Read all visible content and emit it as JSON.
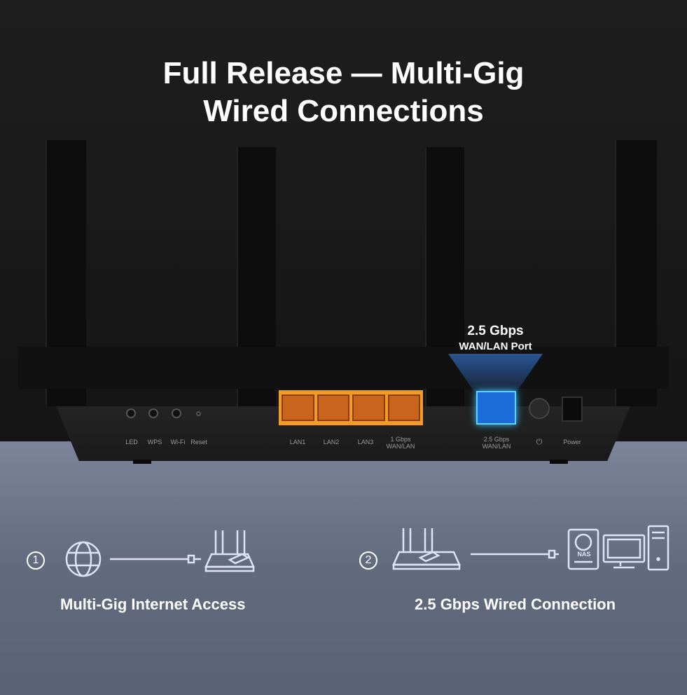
{
  "title": {
    "line1": "Full Release  — Multi-Gig",
    "line2": "Wired Connections"
  },
  "callout": {
    "speed": "2.5 Gbps",
    "port": "WAN/LAN Port"
  },
  "panel_labels": {
    "led": "LED",
    "wps": "WPS",
    "wifi": "Wi-Fi",
    "reset": "Reset",
    "lan1": "LAN1",
    "lan2": "LAN2",
    "lan3": "LAN3",
    "wan1_speed": "1 Gbps",
    "wan1": "WAN/LAN",
    "wan2_speed": "2.5 Gbps",
    "wan2": "WAN/LAN",
    "power_symbol": "⏻",
    "power": "Power"
  },
  "features": [
    {
      "number": "1",
      "caption": "Multi-Gig Internet Access"
    },
    {
      "number": "2",
      "caption": "2.5 Gbps Wired Connection",
      "nas": "NAS"
    }
  ],
  "colors": {
    "lan_orange": "#f39b27",
    "wan_blue": "#1b6bd8",
    "icon_line": "#dfe3f7"
  }
}
